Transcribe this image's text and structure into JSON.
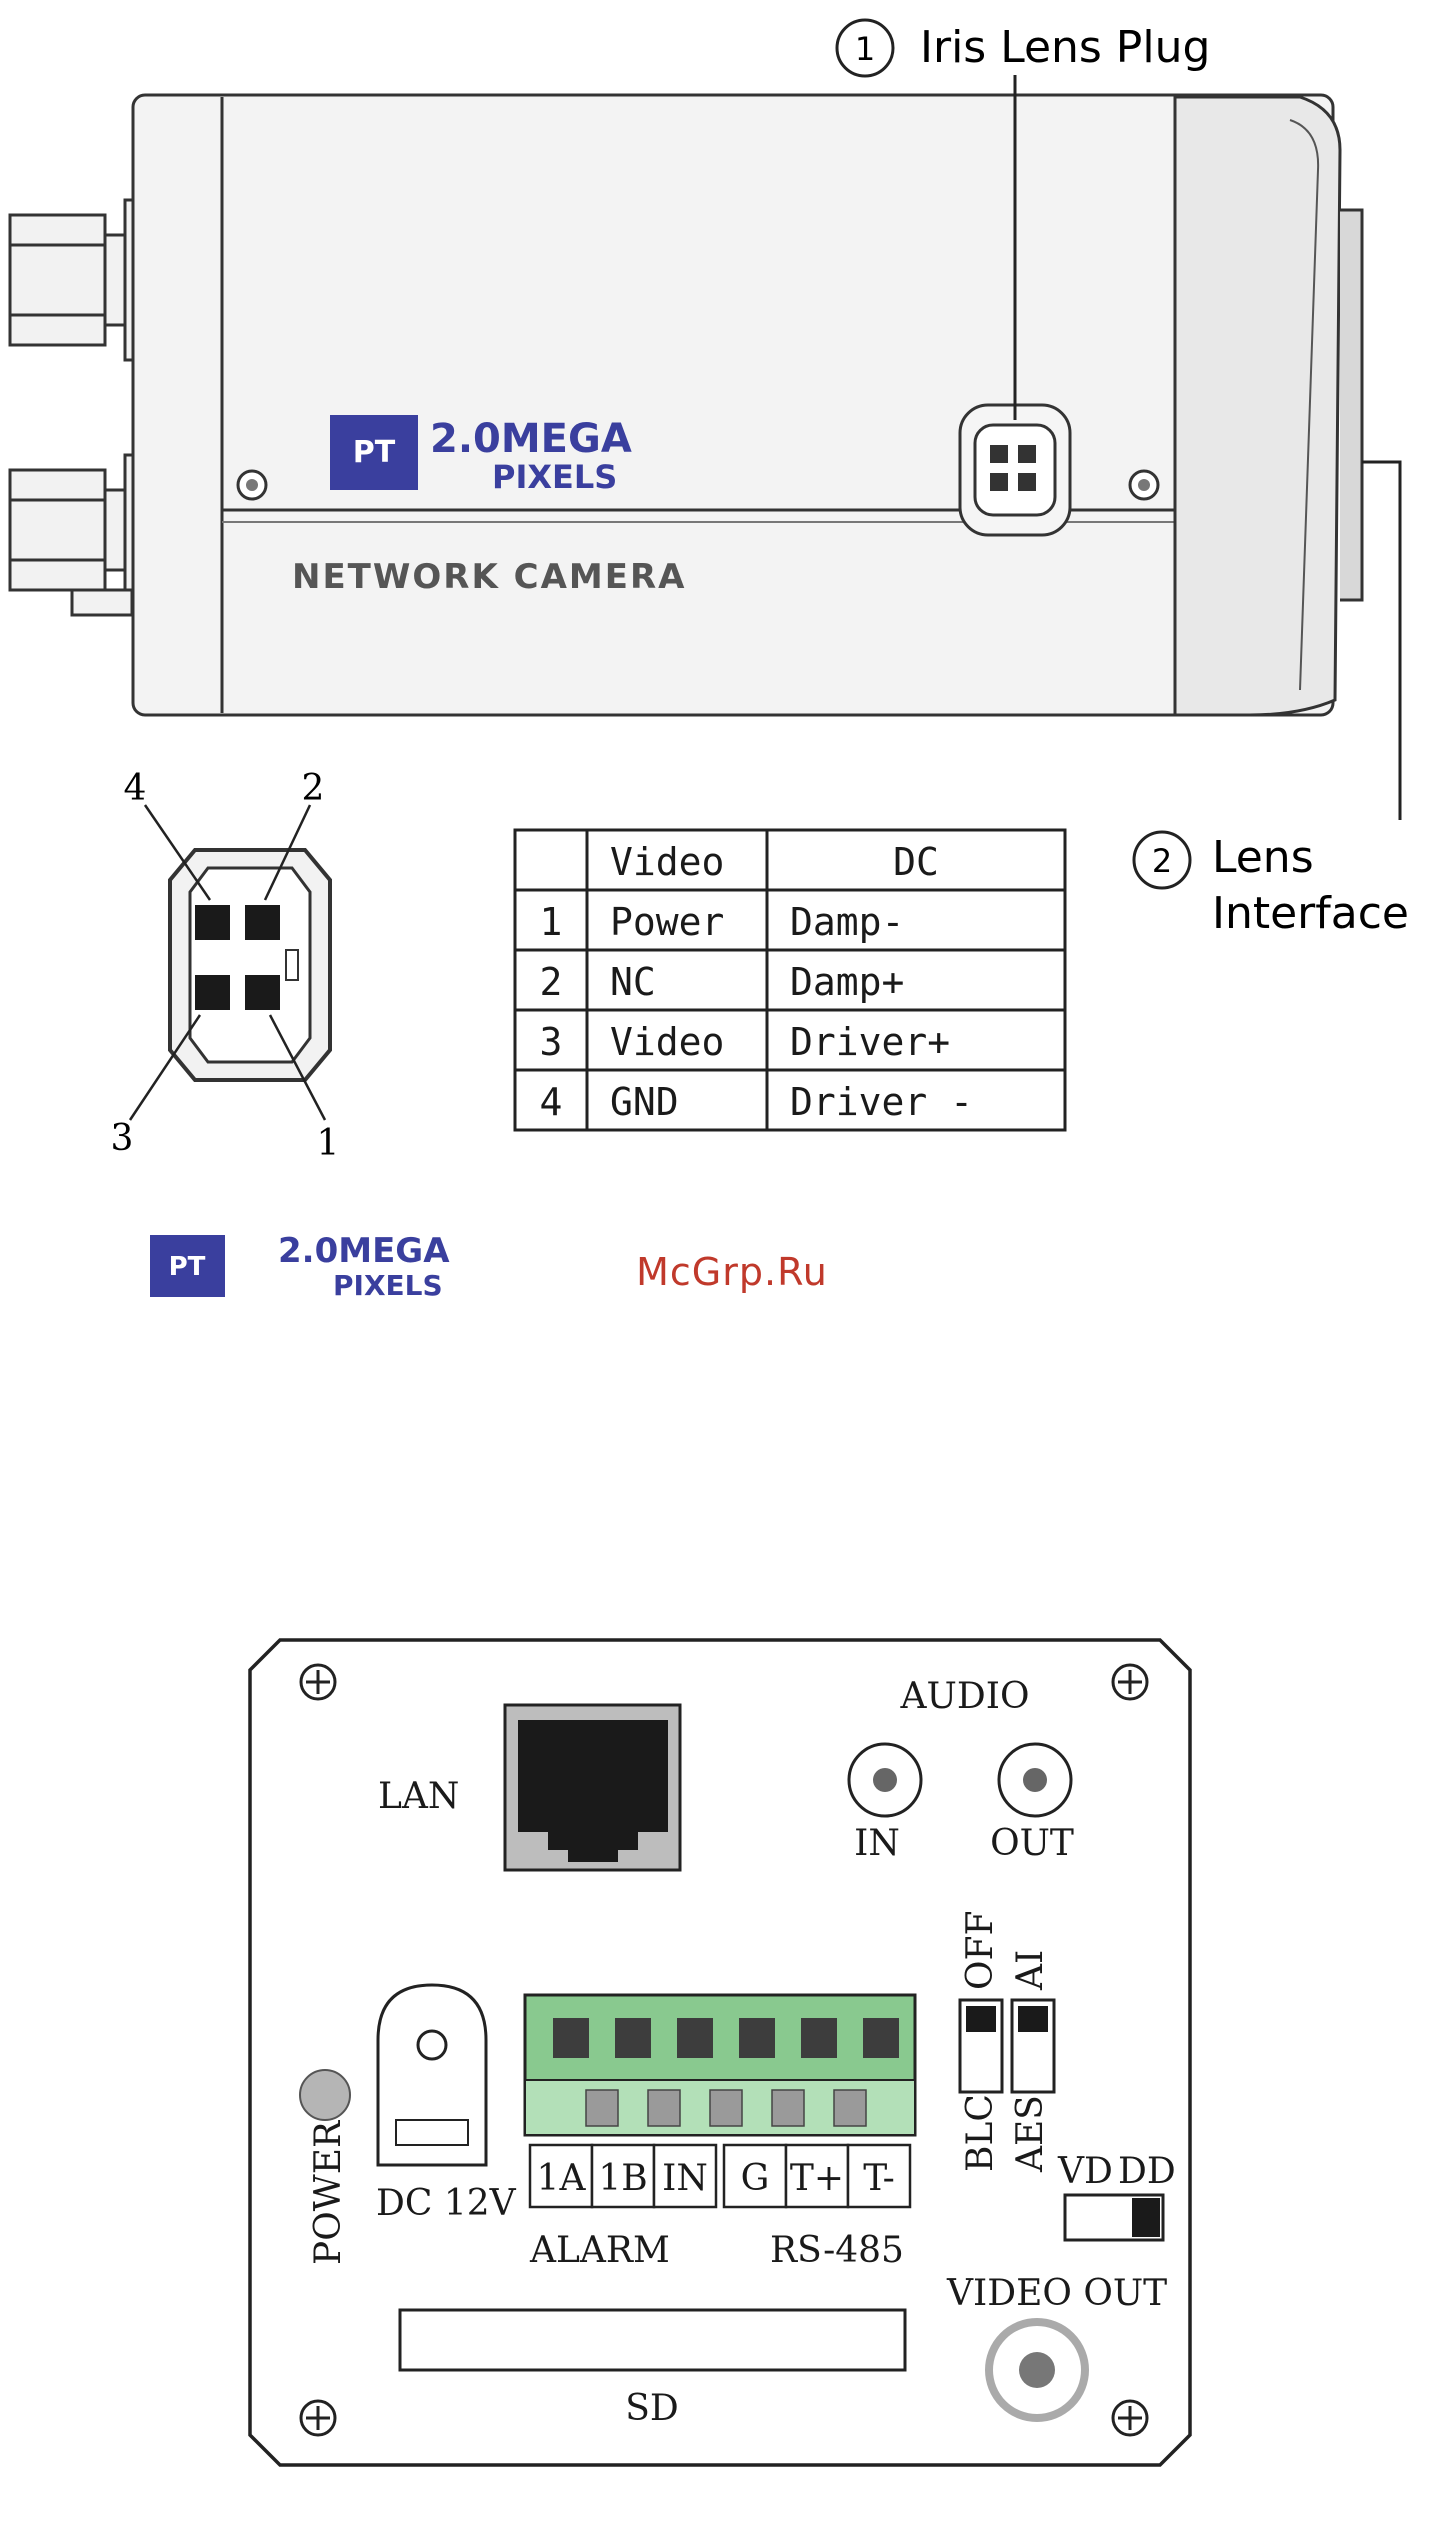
{
  "callouts": {
    "iris_num": "1",
    "iris_label": "Iris Lens Plug",
    "lens_num": "2",
    "lens_label_1": "Lens",
    "lens_label_2": "Interface"
  },
  "camera_body": {
    "logo_mark": "PT",
    "logo_line1": "2.0MEGA",
    "logo_line2": "PIXELS",
    "model_text": "NETWORK CAMERA"
  },
  "plug_pins": {
    "pin_top_left": "4",
    "pin_top_right": "2",
    "pin_bottom_left": "3",
    "pin_bottom_right": "1"
  },
  "pin_table": {
    "headers": [
      "",
      "Video",
      "DC"
    ],
    "rows": [
      [
        "1",
        "Power",
        "Damp-"
      ],
      [
        "2",
        "NC",
        "Damp+"
      ],
      [
        "3",
        "Video",
        "Driver+"
      ],
      [
        "4",
        "GND",
        "Driver -"
      ]
    ]
  },
  "logo_small": {
    "mark": "PT",
    "line1": "2.0MEGA",
    "line2": "PIXELS"
  },
  "watermark": "McGrp.Ru",
  "watermark_color": "#c0392b",
  "logo_color": "#3a3f9e",
  "rear_panel": {
    "lan_label": "LAN",
    "audio_label": "AUDIO",
    "audio_in": "IN",
    "audio_out": "OUT",
    "switch_top_1": "OFF",
    "switch_top_2": "AI",
    "switch_bottom_1": "BLC",
    "switch_bottom_2": "AES",
    "vd_label": "VD",
    "dd_label": "DD",
    "power_label": "POWER",
    "dc_label": "DC 12V",
    "terminals": [
      "1A",
      "1B",
      "IN",
      "G",
      "T+",
      "T-"
    ],
    "alarm_label": "ALARM",
    "rs485_label": "RS-485",
    "video_out_label": "VIDEO  OUT",
    "sd_label": "SD"
  }
}
